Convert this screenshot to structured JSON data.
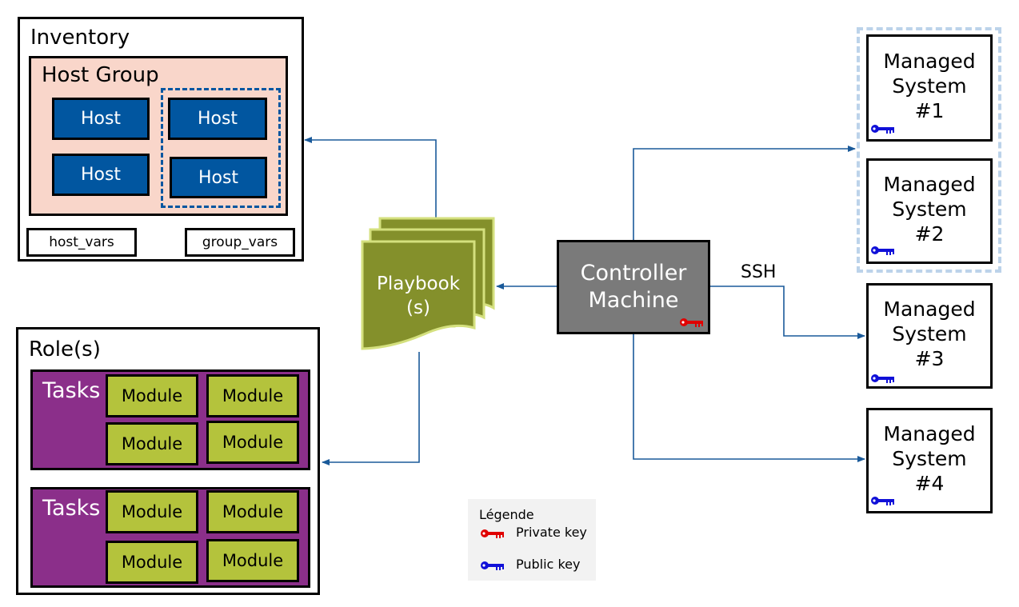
{
  "inventory": {
    "title": "Inventory",
    "host_group": {
      "title": "Host Group",
      "hosts": [
        "Host",
        "Host",
        "Host",
        "Host"
      ]
    },
    "host_vars": "host_vars",
    "group_vars": "group_vars"
  },
  "roles": {
    "title": "Role(s)",
    "tasks": [
      {
        "label": "Tasks",
        "modules": [
          "Module",
          "Module",
          "Module",
          "Module"
        ]
      },
      {
        "label": "Tasks",
        "modules": [
          "Module",
          "Module",
          "Module",
          "Module"
        ]
      }
    ]
  },
  "playbook": {
    "line1": "Playbook",
    "line2": "(s)"
  },
  "controller": {
    "line1": "Controller",
    "line2": "Machine"
  },
  "connection_label": "SSH",
  "managed_systems": [
    {
      "line1": "Managed",
      "line2": "System",
      "line3": "#1"
    },
    {
      "line1": "Managed",
      "line2": "System",
      "line3": "#2"
    },
    {
      "line1": "Managed",
      "line2": "System",
      "line3": "#3"
    },
    {
      "line1": "Managed",
      "line2": "System",
      "line3": "#4"
    }
  ],
  "legend": {
    "title": "Légende",
    "private_key": "Private key",
    "public_key": "Public key"
  },
  "colors": {
    "host": "#0156a0",
    "host_group_bg": "#f9d6ca",
    "tasks": "#8b2f8a",
    "module": "#b4c33c",
    "playbook": "#84902b",
    "controller": "#7a7a7a",
    "arrow": "#1a5a9a",
    "private_key": "#e00000",
    "public_key": "#1010d8"
  }
}
